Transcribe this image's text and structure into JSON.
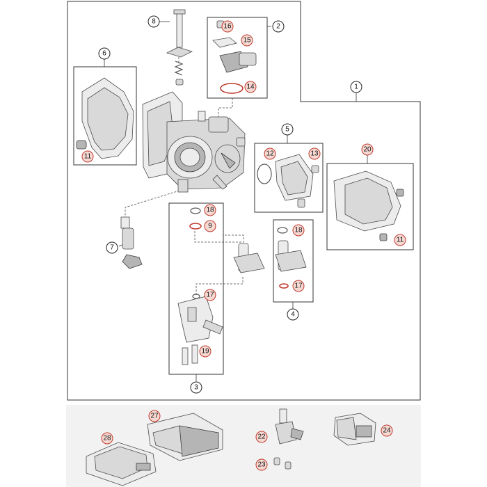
{
  "diagram": {
    "callouts": [
      {
        "key": "c1",
        "label": "1",
        "highlight": false
      },
      {
        "key": "c2",
        "label": "2",
        "highlight": false
      },
      {
        "key": "c3",
        "label": "3",
        "highlight": false
      },
      {
        "key": "c4",
        "label": "4",
        "highlight": false
      },
      {
        "key": "c5",
        "label": "5",
        "highlight": false
      },
      {
        "key": "c6",
        "label": "6",
        "highlight": false
      },
      {
        "key": "c7",
        "label": "7",
        "highlight": false
      },
      {
        "key": "c8",
        "label": "8",
        "highlight": false
      },
      {
        "key": "c9",
        "label": "9",
        "highlight": true
      },
      {
        "key": "c11a",
        "label": "11",
        "highlight": true
      },
      {
        "key": "c11b",
        "label": "11",
        "highlight": true
      },
      {
        "key": "c12",
        "label": "12",
        "highlight": true
      },
      {
        "key": "c13",
        "label": "13",
        "highlight": true
      },
      {
        "key": "c14",
        "label": "14",
        "highlight": true
      },
      {
        "key": "c15",
        "label": "15",
        "highlight": true
      },
      {
        "key": "c16",
        "label": "16",
        "highlight": true
      },
      {
        "key": "c17a",
        "label": "17",
        "highlight": true
      },
      {
        "key": "c17b",
        "label": "17",
        "highlight": true
      },
      {
        "key": "c18a",
        "label": "18",
        "highlight": true
      },
      {
        "key": "c18b",
        "label": "18",
        "highlight": true
      },
      {
        "key": "c19",
        "label": "19",
        "highlight": true
      },
      {
        "key": "c20",
        "label": "20",
        "highlight": true
      },
      {
        "key": "c22",
        "label": "22",
        "highlight": true
      },
      {
        "key": "c23",
        "label": "23",
        "highlight": true
      },
      {
        "key": "c24",
        "label": "24",
        "highlight": true
      },
      {
        "key": "c27",
        "label": "27",
        "highlight": true
      },
      {
        "key": "c28",
        "label": "28",
        "highlight": true
      }
    ],
    "colors": {
      "highlight_fill": "#f7d9d3",
      "highlight_stroke": "#c0392b",
      "line": "#333333",
      "part_fill": "#d9d9d9",
      "background": "#ffffff"
    }
  }
}
